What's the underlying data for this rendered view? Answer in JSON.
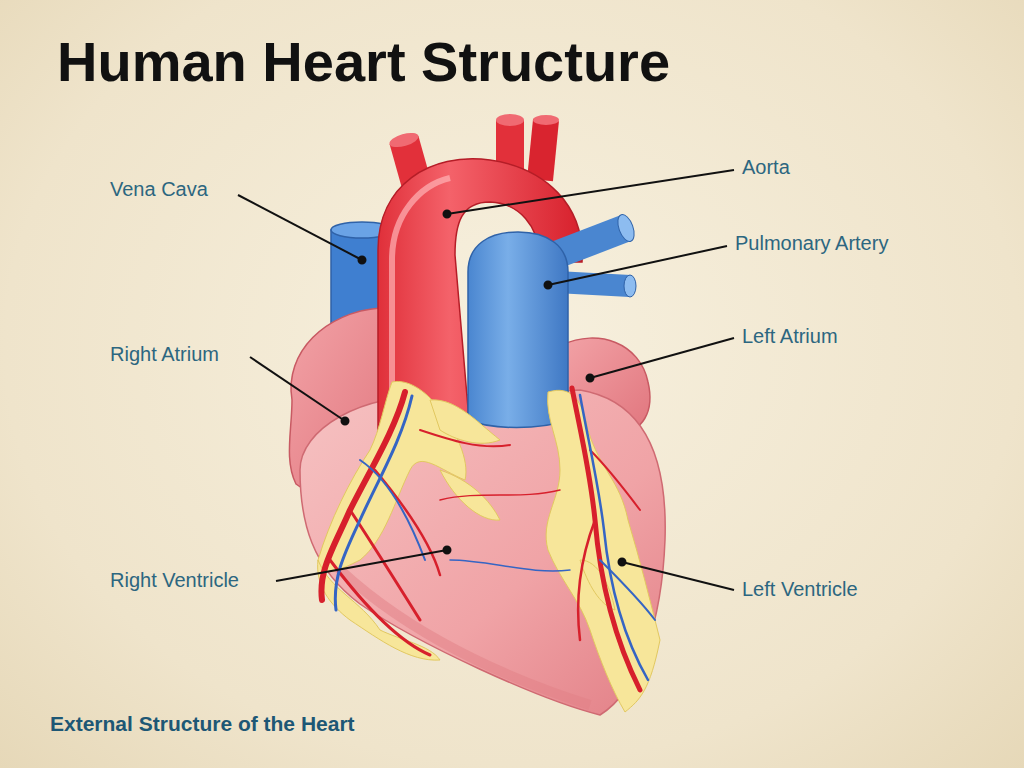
{
  "diagram": {
    "title": "Human Heart Structure",
    "caption": "External Structure of the Heart",
    "labels": [
      "Vena Cava",
      "Aorta",
      "Pulmonary Artery",
      "Right Atrium",
      "Left Atrium",
      "Right Ventricle",
      "Left Ventricle"
    ]
  }
}
